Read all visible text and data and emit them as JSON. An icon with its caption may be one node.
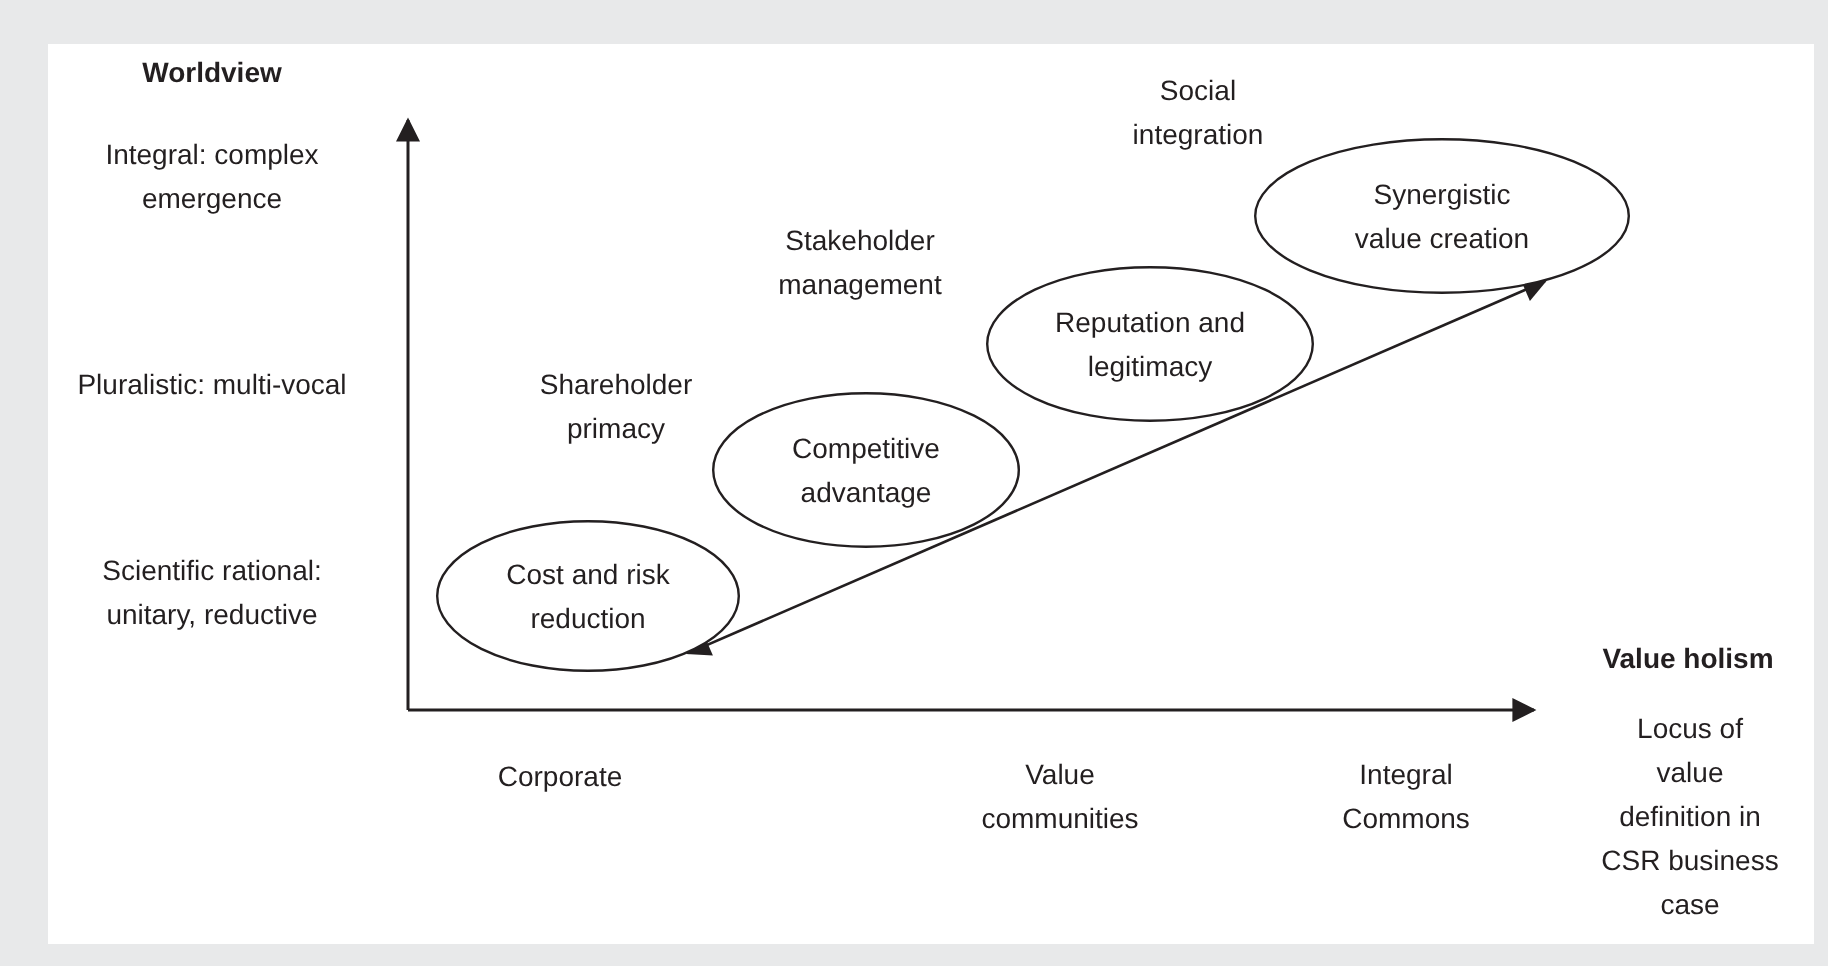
{
  "diagram": {
    "nodes": [
      {
        "text": [
          "Cost and risk reduction"
        ]
      },
      {
        "text": [
          "Competitive advantage"
        ]
      },
      {
        "text": [
          "Reputation and legitimacy"
        ]
      },
      {
        "text": [
          "Synergistic value creation"
        ]
      }
    ],
    "edges": [
      {
        "from": 0,
        "to": 3,
        "arrow": "both"
      }
    ],
    "labels": [
      "Worldview",
      "Integral: complex emergence",
      "Social integration",
      "Stakeholder management",
      "Pluralistic: multi-vocal",
      "Shareholder primacy",
      "Scientific rational: unitary, reductive",
      "Value holism",
      "Locus of value definition in CSR business case",
      "Corporate",
      "Value communities",
      "Integral Commons"
    ]
  }
}
